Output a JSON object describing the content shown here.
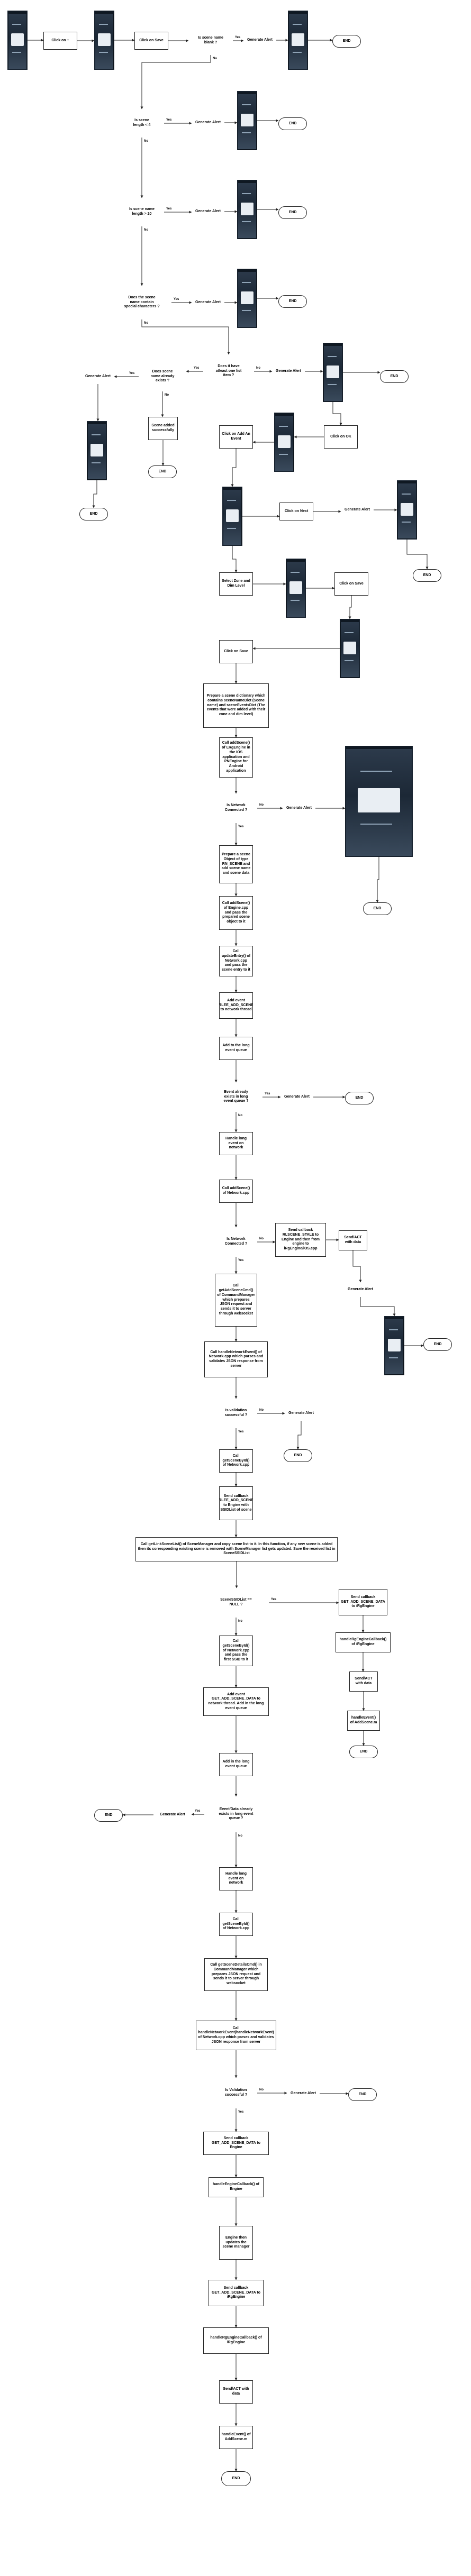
{
  "diagram": {
    "nodes": [
      {
        "id": "shot_1",
        "kind": "shot",
        "label": ""
      },
      {
        "id": "click_plus",
        "kind": "rect",
        "label": "Click on +"
      },
      {
        "id": "shot_2",
        "kind": "shot",
        "label": ""
      },
      {
        "id": "click_save_1",
        "kind": "rect",
        "label": "Click on Save"
      },
      {
        "id": "q_blank",
        "kind": "dia",
        "label": "Is scene name blank ?"
      },
      {
        "id": "gen_alert_1",
        "kind": "para",
        "label": "Generate Alert"
      },
      {
        "id": "shot_3",
        "kind": "shot",
        "label": ""
      },
      {
        "id": "end_1",
        "kind": "term",
        "label": "END"
      },
      {
        "id": "q_len_lt4",
        "kind": "dia",
        "label": "Is scene length < 4"
      },
      {
        "id": "gen_alert_2",
        "kind": "para",
        "label": "Generate Alert"
      },
      {
        "id": "shot_4",
        "kind": "shot",
        "label": ""
      },
      {
        "id": "end_2",
        "kind": "term",
        "label": "END"
      },
      {
        "id": "q_len_gt20",
        "kind": "dia",
        "label": "Is scene name length > 20"
      },
      {
        "id": "gen_alert_3",
        "kind": "para",
        "label": "Generate Alert"
      },
      {
        "id": "shot_5",
        "kind": "shot",
        "label": ""
      },
      {
        "id": "end_3",
        "kind": "term",
        "label": "END"
      },
      {
        "id": "q_special",
        "kind": "dia",
        "label": "Does the scene name contain special characters ?"
      },
      {
        "id": "gen_alert_4",
        "kind": "para",
        "label": "Generate Alert"
      },
      {
        "id": "shot_6",
        "kind": "shot",
        "label": ""
      },
      {
        "id": "end_4",
        "kind": "term",
        "label": "END"
      },
      {
        "id": "q_exists",
        "kind": "dia",
        "label": "Does scene name already exists ?"
      },
      {
        "id": "gen_alert_5",
        "kind": "para",
        "label": "Generate Alert"
      },
      {
        "id": "shot_7",
        "kind": "shot",
        "label": ""
      },
      {
        "id": "end_5",
        "kind": "term",
        "label": "END"
      },
      {
        "id": "r_scene_added",
        "kind": "rect",
        "label": "Scene added successfully"
      },
      {
        "id": "end_6",
        "kind": "term",
        "label": "END"
      },
      {
        "id": "q_one_item",
        "kind": "dia",
        "label": "Does it have atleast one list item ?"
      },
      {
        "id": "gen_alert_6",
        "kind": "para",
        "label": "Generate Alert"
      },
      {
        "id": "shot_8",
        "kind": "shot",
        "label": ""
      },
      {
        "id": "end_7",
        "kind": "term",
        "label": "END"
      },
      {
        "id": "click_ok",
        "kind": "rect",
        "label": "Click on OK"
      },
      {
        "id": "shot_9",
        "kind": "shot",
        "label": ""
      },
      {
        "id": "click_add_event",
        "kind": "rect",
        "label": "Click on Add An Event"
      },
      {
        "id": "shot_10",
        "kind": "shot",
        "label": ""
      },
      {
        "id": "click_next",
        "kind": "rect",
        "label": "Click on Next"
      },
      {
        "id": "gen_alert_7",
        "kind": "para",
        "label": "Generate Alert"
      },
      {
        "id": "shot_11",
        "kind": "shot",
        "label": ""
      },
      {
        "id": "end_8",
        "kind": "term",
        "label": "END"
      },
      {
        "id": "select_zone",
        "kind": "rect",
        "label": "Select Zone and Dim Level"
      },
      {
        "id": "shot_12",
        "kind": "shot",
        "label": ""
      },
      {
        "id": "click_save_2",
        "kind": "rect",
        "label": "Click on Save"
      },
      {
        "id": "shot_13",
        "kind": "shot",
        "label": ""
      },
      {
        "id": "click_save_3",
        "kind": "rect",
        "label": "Click on Save"
      },
      {
        "id": "prepare_dict",
        "kind": "rect",
        "label": "Prepare a scene dictionary which contains sceneNameDict (Scene name) and sceneEventsDict (The events that were added with their zone and dim level)"
      },
      {
        "id": "call_add_scene",
        "kind": "rect",
        "label": "Call addScene() of LRgEngine in the iOS application and PNEngine for Android application"
      },
      {
        "id": "q_network",
        "kind": "dia",
        "label": "Is Network Connected ?"
      },
      {
        "id": "gen_alert_8",
        "kind": "para",
        "label": "Generate Alert"
      },
      {
        "id": "shot_big",
        "kind": "shot",
        "label": ""
      },
      {
        "id": "end_9",
        "kind": "term",
        "label": "END"
      },
      {
        "id": "prepare_obj",
        "kind": "rect",
        "label": "Prepare a scene Object of type RN_SCENE and add scene name and scene data"
      },
      {
        "id": "call_add_scene_engine",
        "kind": "rect",
        "label": "Call addScene() of Engine.cpp and pass the prepared scene object to it"
      },
      {
        "id": "call_update_entry",
        "kind": "rect",
        "label": "Call updateEntry() of Network.cpp and pass the scene entry to it"
      },
      {
        "id": "add_event_net",
        "kind": "rect",
        "label": "Add event RLEE_ADD_SCENE to network thread"
      },
      {
        "id": "add_long_q_1",
        "kind": "rect",
        "label": "Add to the long event queue"
      },
      {
        "id": "q_long_1",
        "kind": "dia",
        "label": "Event already exists in long event queue ?"
      },
      {
        "id": "gen_alert_9",
        "kind": "para",
        "label": "Generate Alert"
      },
      {
        "id": "end_10",
        "kind": "term",
        "label": "END"
      },
      {
        "id": "handle_long_1",
        "kind": "rect",
        "label": "Handle long event on network"
      },
      {
        "id": "call_add_scene_net",
        "kind": "rect",
        "label": "Call addScene() of Network.cpp"
      },
      {
        "id": "q_network_2",
        "kind": "dia",
        "label": "Is Network Connected ?"
      },
      {
        "id": "send_cb_1",
        "kind": "rect",
        "label": "Send callback RLSCENE_STALE to Engine and then from engine to iRgEngine/iOS.cpp"
      },
      {
        "id": "send_alert_1",
        "kind": "rect",
        "label": "Send/ACT with data"
      },
      {
        "id": "gen_alert_10",
        "kind": "para",
        "label": "Generate Alert"
      },
      {
        "id": "shot_14",
        "kind": "shot",
        "label": ""
      },
      {
        "id": "end_11",
        "kind": "term",
        "label": "END"
      },
      {
        "id": "call_get_cmd",
        "kind": "rect",
        "label": "Call getAddSceneCmd() of CommandManager which prepares JSON request and sends it to server through websocket"
      },
      {
        "id": "call_handle_json",
        "kind": "rect",
        "label": "Call handleNetworkEvent() of Network.cpp which parses and validates JSON response from server"
      },
      {
        "id": "q_success_1",
        "kind": "dia",
        "label": "Is validation successful ?"
      },
      {
        "id": "gen_alert_11",
        "kind": "para",
        "label": "Generate Alert"
      },
      {
        "id": "end_12",
        "kind": "term",
        "label": "END"
      },
      {
        "id": "call_get_scene",
        "kind": "rect",
        "label": "Call getSceneById() of Network.cpp"
      },
      {
        "id": "send_cb_2",
        "kind": "rect",
        "label": "Send callback RLEE_ADD_SCENE to Engine with SSIDList of scene"
      },
      {
        "id": "call_long",
        "kind": "rect",
        "label": "Call getLinkSceneList() of SceneManager and copy scene list to it. In this function, if any new scene is added then its corresponding existing scene is removed with SceneManager list gets updated. Save the received list in SceneSSIDList"
      },
      {
        "id": "q_ssid_null",
        "kind": "dia",
        "label": "SceneSSIDList == NULL ?"
      },
      {
        "id": "send_cb_3",
        "kind": "rect",
        "label": "Send callback GET_ADD_SCENE_DATA to iRgEngine"
      },
      {
        "id": "handle_cb_1",
        "kind": "rect",
        "label": "handleRgEngineCallback() of iRgEngine"
      },
      {
        "id": "send_alert_2",
        "kind": "rect",
        "label": "Send/ACT with data"
      },
      {
        "id": "handle_event_1",
        "kind": "rect",
        "label": "handleEvent() of AddScene.m"
      },
      {
        "id": "end_13",
        "kind": "term",
        "label": "END"
      },
      {
        "id": "call_get_scene_2",
        "kind": "rect",
        "label": "Call getSceneById() of Network.cpp and pass the first SSID to it"
      },
      {
        "id": "add_event_net_2",
        "kind": "rect",
        "label": "Add event GET_ADD_SCENE_DATA to network thread. Add in the long event queue"
      },
      {
        "id": "add_long_q_2",
        "kind": "rect",
        "label": "Add in the long event queue"
      },
      {
        "id": "q_long_2",
        "kind": "dia",
        "label": "Event/Data already exists in long event queue ?"
      },
      {
        "id": "gen_alert_12",
        "kind": "para",
        "label": "Generate Alert"
      },
      {
        "id": "end_14",
        "kind": "term",
        "label": "END"
      },
      {
        "id": "handle_long_2",
        "kind": "rect",
        "label": "Handle long event on network"
      },
      {
        "id": "call_get_scene_3",
        "kind": "rect",
        "label": "Call getSceneById() of Network.cpp"
      },
      {
        "id": "call_get_cmd_2",
        "kind": "rect",
        "label": "Call getSceneDetailsCmd() in CommandManager which prepares JSON request and sends it to server through websocket"
      },
      {
        "id": "call_handle_json_2",
        "kind": "rect",
        "label": "Call handleNetworkEvent(handleNetworkEvent) of Network.cpp which parses and validates JSON response from server"
      },
      {
        "id": "q_success_2",
        "kind": "dia",
        "label": "Is Validation successful ?"
      },
      {
        "id": "gen_alert_13",
        "kind": "para",
        "label": "Generate Alert"
      },
      {
        "id": "end_15",
        "kind": "term",
        "label": "END"
      },
      {
        "id": "send_cb_4",
        "kind": "rect",
        "label": "Send callback GET_ADD_SCENE_DATA to Engine"
      },
      {
        "id": "handle_cb_2",
        "kind": "rect",
        "label": "handleEngineCallback() of Engine"
      },
      {
        "id": "engine_updates",
        "kind": "rect",
        "label": "Engine then updates the scene manager"
      },
      {
        "id": "send_cb_5",
        "kind": "rect",
        "label": "Send callback GET_ADD_SCENE_DATA to iRgEngine"
      },
      {
        "id": "handle_cb_3",
        "kind": "rect",
        "label": "handleRgEngineCallback() of iRgEngine"
      },
      {
        "id": "send_alert_3",
        "kind": "rect",
        "label": "Send/ACT with data"
      },
      {
        "id": "handle_event_2",
        "kind": "rect",
        "label": "handleEvent() of AddScene.m"
      },
      {
        "id": "end_16",
        "kind": "term",
        "label": "END"
      }
    ],
    "edge_labels": {
      "yes": "Yes",
      "no": "No"
    },
    "colors": {
      "stroke": "#222222",
      "fill": "#ffffff",
      "screenshot": "#1c2836"
    }
  }
}
